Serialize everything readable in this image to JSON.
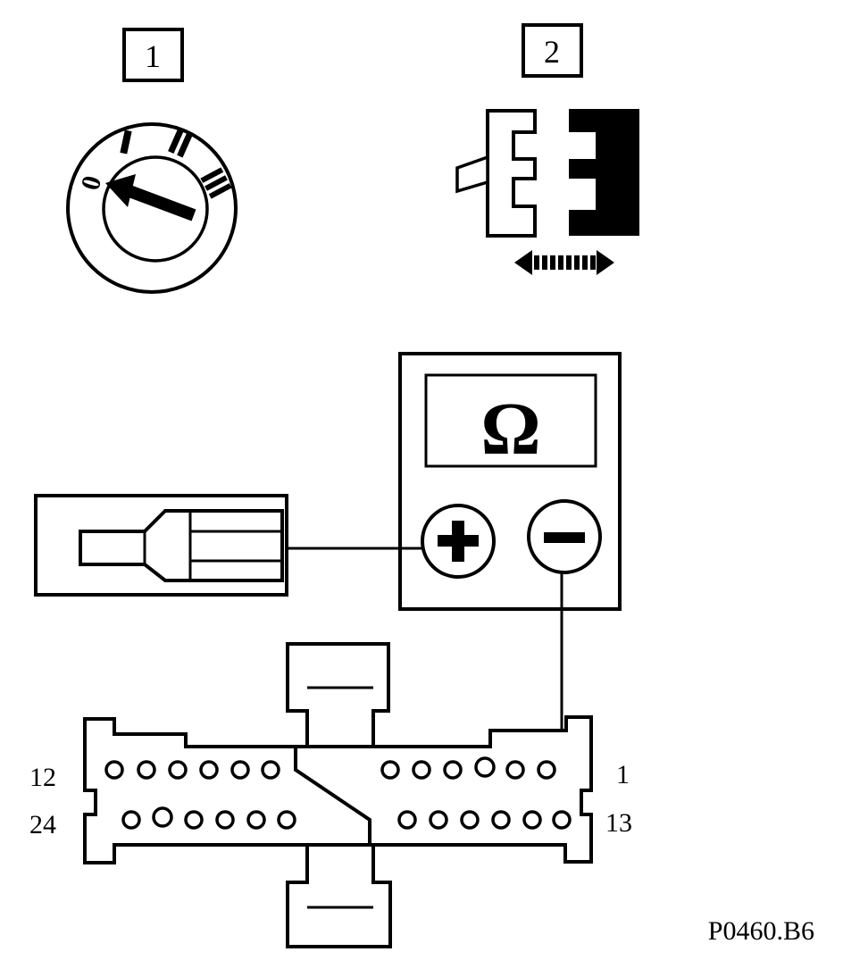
{
  "steps": {
    "step1": "1",
    "step2": "2"
  },
  "ignition_switch": {
    "positions": [
      "0",
      "I",
      "II",
      "III"
    ]
  },
  "multimeter": {
    "mode_symbol": "Ω",
    "plus_symbol": "+",
    "minus_symbol": "−"
  },
  "connector": {
    "pin_labels": {
      "top_left": "12",
      "top_right": "1",
      "bottom_left": "24",
      "bottom_right": "13"
    }
  },
  "figure_code": "P0460.B6"
}
